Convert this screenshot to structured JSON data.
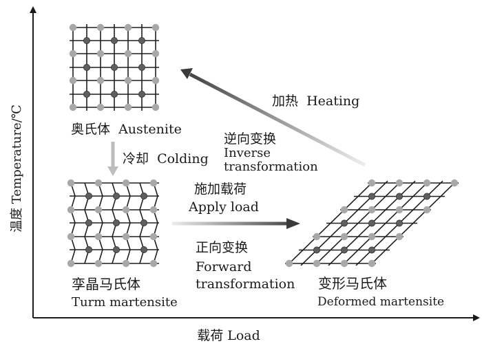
{
  "axes": {
    "y_label": "温度 Temperature/℃",
    "x_label": "载荷 Load"
  },
  "states": {
    "austenite": {
      "zh": "奥氏体",
      "en": "Austenite"
    },
    "twinned_martensite": {
      "zh": "孪晶马氏体",
      "en": "Turm martensite"
    },
    "deformed_martensite": {
      "zh": "变形马氏体",
      "en": "Deformed martensite"
    }
  },
  "transitions": {
    "cooling": {
      "zh": "冷却",
      "en": "Colding"
    },
    "heating": {
      "zh": "加热",
      "en": "Heating"
    },
    "apply_load": {
      "zh": "施加载荷",
      "en": "Apply load"
    },
    "forward": {
      "zh": "正向变换",
      "en_line1": "Forward",
      "en_line2": "transformation"
    },
    "inverse": {
      "zh": "逆向变换",
      "en_line1": "Inverse",
      "en_line2": "transformation"
    }
  },
  "colors": {
    "axis": "#1a1a1a",
    "lattice_line": "#1e1e1e",
    "atom_outer": "#a8a8a8",
    "atom_inner": "#5f5f5f",
    "arrow_light": "#bdbdbd",
    "arrow_dark": "#3a3a3a"
  }
}
